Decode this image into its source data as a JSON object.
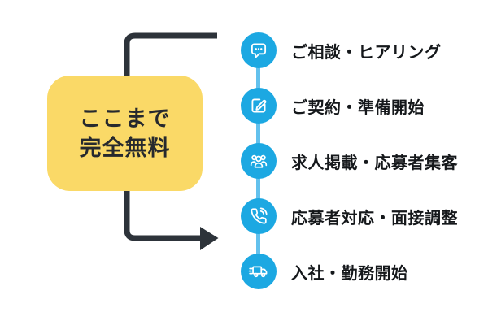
{
  "badge": {
    "line1": "ここまで",
    "line2": "完全無料"
  },
  "steps": [
    {
      "label": "ご相談・ヒアリング",
      "icon": "chat-bubble-icon"
    },
    {
      "label": "ご契約・準備開始",
      "icon": "edit-compose-icon"
    },
    {
      "label": "求人掲載・応募者集客",
      "icon": "people-group-icon"
    },
    {
      "label": "応募者対応・面接調整",
      "icon": "phone-call-icon"
    },
    {
      "label": "入社・勤務開始",
      "icon": "truck-icon"
    }
  ],
  "colors": {
    "accent_blue": "#1CA8E2",
    "connector_blue": "#63C1ED",
    "badge_yellow": "#FAD967",
    "line_dark": "#2D333A",
    "text_dark": "#15181B",
    "background": "#FFFFFF"
  }
}
